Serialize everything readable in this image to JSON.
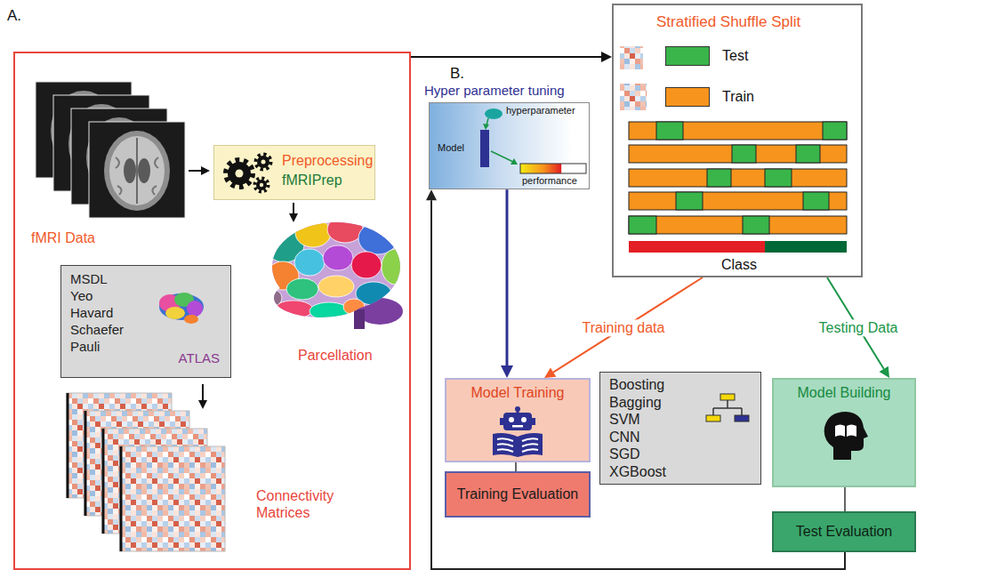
{
  "diagram": {
    "nodes": [
      {
        "text": [
          "A."
        ]
      },
      {
        "text": [
          "Preprocessing",
          "fMRIPrep"
        ],
        "in": 0
      },
      {
        "text": [
          "MSDL Yeo Havard Schaefer Pauli",
          "ATLAS"
        ],
        "in": 0
      },
      {
        "text": [
          "Stratified Shuffle Split"
        ]
      },
      {
        "text": [
          "Hyper parameter tuning",
          "hyperparameter",
          "Model",
          "performance"
        ]
      },
      {
        "text": [
          "Model Training"
        ]
      },
      {
        "text": [
          "Training Evaluation"
        ]
      },
      {
        "text": [
          "Boosting Bagging SVM CNN SGD XGBoost"
        ]
      },
      {
        "text": [
          "Model Building"
        ]
      },
      {
        "text": [
          "Test Evaluation"
        ]
      }
    ],
    "edges": [
      {
        "from": 0,
        "to": 3,
        "arrow": "to"
      },
      {
        "from": 3,
        "to": 5,
        "label": "Training data",
        "arrow": "to"
      },
      {
        "from": 3,
        "to": 8,
        "label": "Testing Data",
        "arrow": "to"
      },
      {
        "from": 4,
        "to": 5,
        "arrow": "to"
      },
      {
        "from": 5,
        "to": 6,
        "arrow": "none"
      },
      {
        "from": 8,
        "to": 9,
        "arrow": "none"
      },
      {
        "from": 9,
        "to": 4,
        "arrow": "to"
      }
    ],
    "labels": [
      "fMRI Data",
      "Parcellation",
      "Connectivity Matrices",
      "B.",
      "Class"
    ],
    "legend": [
      {
        "text": "Test",
        "color": "#39b54a"
      },
      {
        "text": "Train",
        "color": "#f7941d"
      }
    ]
  }
}
